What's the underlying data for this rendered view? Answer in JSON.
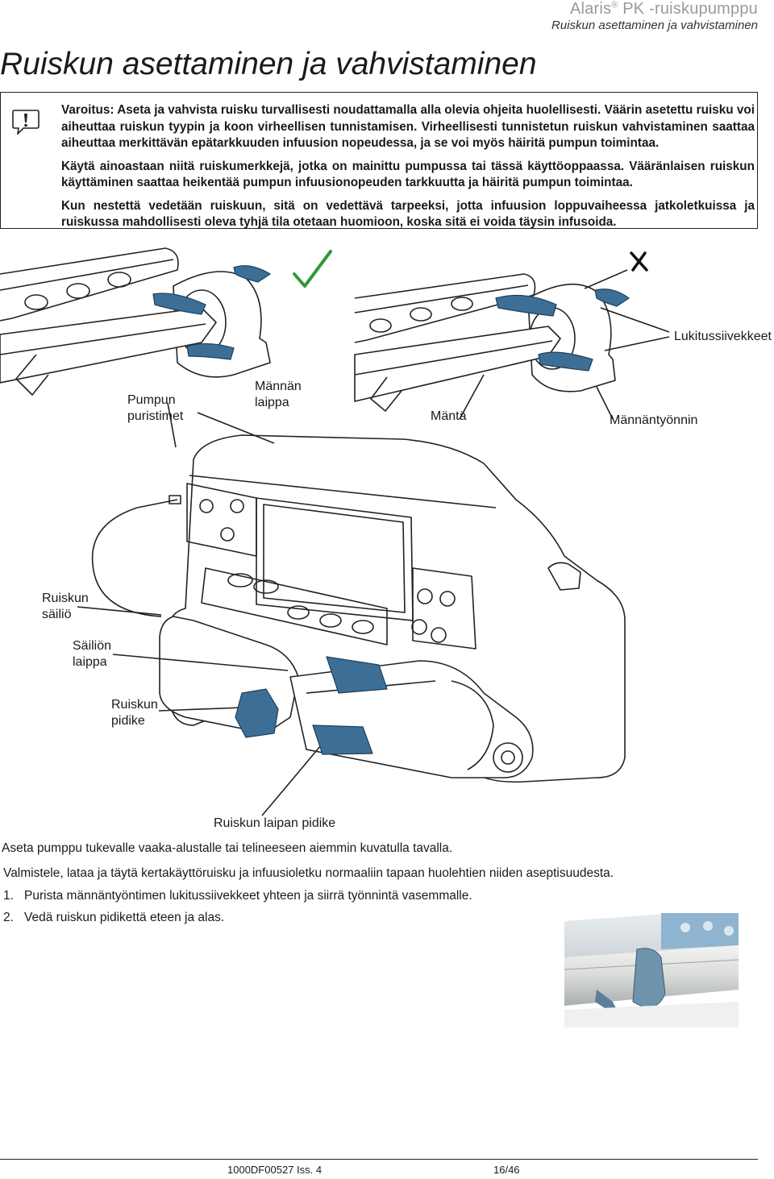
{
  "header": {
    "brand": "Alaris",
    "brand_mark": "®",
    "product": " PK -ruiskupumppu",
    "subtitle": "Ruiskun asettaminen ja vahvistaminen"
  },
  "page_title": "Ruiskun asettaminen ja vahvistaminen",
  "warning": {
    "icon": "warning-exclamation-icon",
    "paragraphs": [
      "Varoitus: Aseta ja vahvista ruisku turvallisesti noudattamalla alla olevia ohjeita huolellisesti. Väärin asetettu ruisku voi aiheuttaa ruiskun tyypin ja koon virheellisen tunnistamisen. Virheellisesti tunnistetun ruiskun vahvistaminen saattaa aiheuttaa merkittävän epätarkkuuden infuusion nopeudessa, ja se voi myös häiritä pumpun toimintaa.",
      "Käytä ainoastaan niitä ruiskumerkkejä, jotka on mainittu pumpussa tai tässä käyttöoppaassa. Vääränlaisen ruiskun käyttäminen saattaa heikentää pumpun infuusionopeuden tarkkuutta ja häiritä pumpun toimintaa.",
      "Kun nestettä vedetään ruiskuun, sitä on vedettävä tarpeeksi, jotta infuusion loppuvaiheessa jatkoletkuissa ja ruiskussa mahdollisesti oleva tyhjä tila otetaan huomioon, koska sitä ei voida täysin infusoida."
    ]
  },
  "diagram": {
    "correct_icon": "check-mark-icon",
    "incorrect_icon": "cross-mark-icon",
    "labels": {
      "lukitussiivekkeet": "Lukitussiivekkeet",
      "pumpun_puristimet_1": "Pumpun",
      "pumpun_puristimet_2": "puristimet",
      "mannan_laippa_1": "Männän",
      "mannan_laippa_2": "laippa",
      "manta": "Mäntä",
      "manntantyonnin": "Männäntyönnin",
      "ruiskun_sailio_1": "Ruiskun",
      "ruiskun_sailio_2": "säiliö",
      "sailion_laippa_1": "Säiliön",
      "sailion_laippa_2": "laippa",
      "ruiskun_pidike_1": "Ruiskun",
      "ruiskun_pidike_2": "pidike",
      "ruiskun_laipan_pidike": "Ruiskun laipan pidike"
    },
    "accent_color": "#3d6f96"
  },
  "instructions": {
    "intro": "Aseta pumppu tukevalle vaaka-alustalle tai telineeseen aiemmin kuvatulla tavalla.",
    "prep": "Valmistele, lataa ja täytä kertakäyttöruisku ja infuusioletku normaaliin tapaan huolehtien niiden aseptisuudesta.",
    "steps": [
      {
        "num": "1.",
        "text": "Purista männäntyöntimen lukitussiivekkeet yhteen ja siirrä työnnintä vasemmalle."
      },
      {
        "num": "2.",
        "text": "Vedä ruiskun pidikettä eteen ja alas."
      }
    ]
  },
  "footer": {
    "doc_id": "1000DF00527 Iss. 4",
    "page": "16/46"
  }
}
